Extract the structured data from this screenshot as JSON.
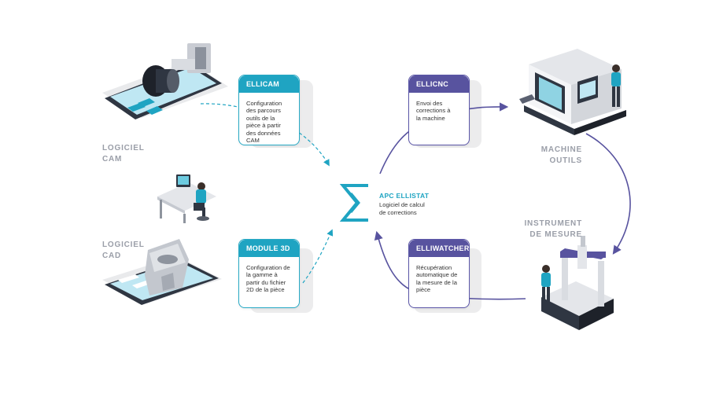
{
  "labels": {
    "cam": "LOGICIEL\nCAM",
    "cad": "LOGICIEL\nCAD",
    "machine": "MACHINE\nOUTILS",
    "instrument": "INSTRUMENT\nDE MESURE"
  },
  "cards": {
    "ellicam": {
      "title": "ELLICAM",
      "body": "Configuration\ndes parcours\noutils de la\npièce à partir\ndes données\nCAM"
    },
    "module3d": {
      "title": "MODULE 3D",
      "body": "Configuration de\nla gamme à\npartir du fichier\n2D de la pièce"
    },
    "ellicnc": {
      "title": "ELLICNC",
      "body": "Envoi des\ncorrections à\nla machine"
    },
    "elliwatcher": {
      "title": "ELLIWATCHER",
      "body": "Récupération\nautomatique de\nla mesure de la\npièce"
    }
  },
  "center": {
    "title": "APC ELLISTAT",
    "subtitle": "Logiciel de calcul\nde corrections"
  },
  "colors": {
    "teal": "#1fa4c2",
    "purple": "#58539f",
    "label_gray": "#9a9ea8"
  },
  "icons": [
    "cam-tablet-icon",
    "cad-tablet-icon",
    "engineer-desk-icon",
    "cnc-machine-icon",
    "measuring-machine-icon",
    "ellistat-sigma-logo"
  ]
}
